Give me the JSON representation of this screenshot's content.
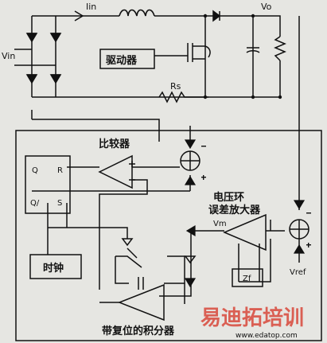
{
  "labels": {
    "iin": "Iin",
    "vo": "Vo",
    "vin": "Vin",
    "driver": "驱动器",
    "rs": "Rs",
    "comparator": "比较器",
    "q": "Q",
    "r": "R",
    "qbar": "Q/",
    "s": "S",
    "clock": "时钟",
    "voltage_loop_line1": "电压环",
    "voltage_loop_line2": "误差放大器",
    "vm": "Vm",
    "zf": "Zf",
    "vref": "Vref",
    "integrator": "带复位的积分器"
  },
  "watermark": {
    "brand": "易迪拓培训",
    "url": "www.edatop.com"
  },
  "colors": {
    "line": "#111111",
    "background": "#e6e6e2",
    "watermark": "#d9483b"
  }
}
